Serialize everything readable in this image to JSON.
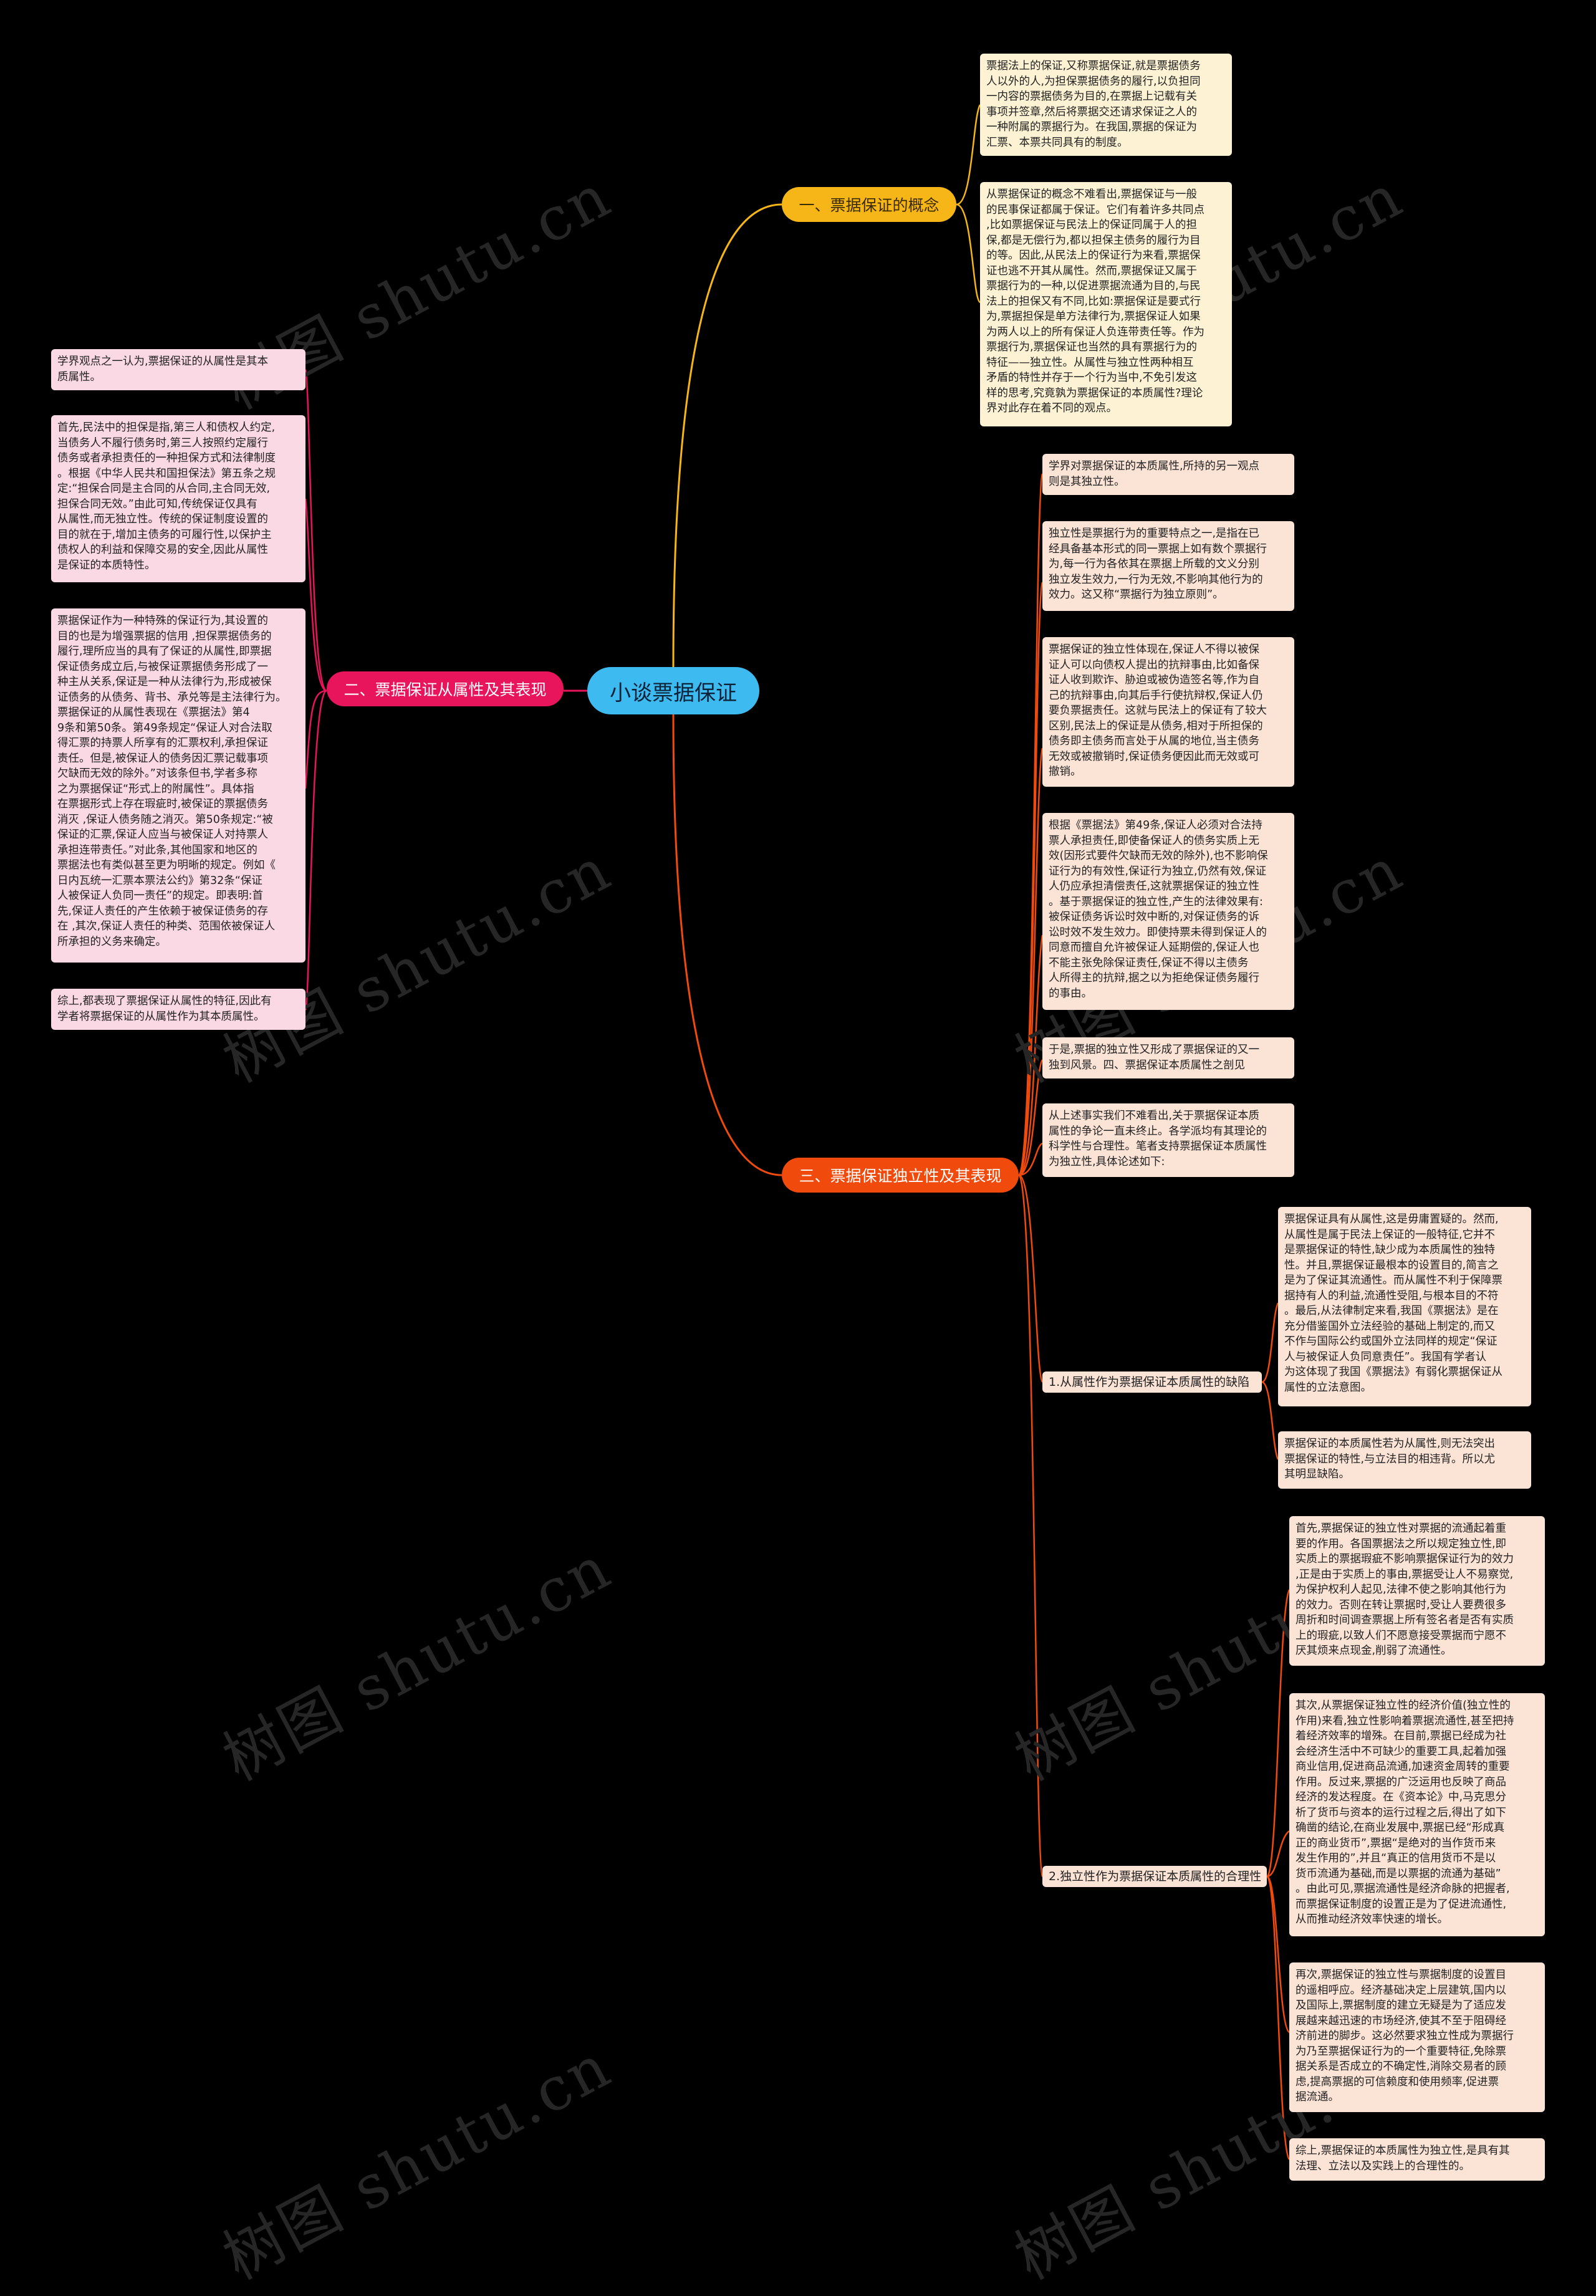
{
  "root": {
    "label": "小谈票据保证"
  },
  "branches": [
    {
      "label": "一、票据保证的概念",
      "color": "#f7b618",
      "notes": [
        "票据法上的保证,又称票据保证,就是票据债务\n人以外的人,为担保票据债务的履行,以负担同\n一内容的票据债务为目的,在票据上记载有关\n事项并签章,然后将票据交还请求保证之人的\n一种附属的票据行为。在我国,票据的保证为\n汇票、本票共同具有的制度。",
        "从票据保证的概念不难看出,票据保证与一般\n的民事保证都属于保证。它们有着许多共同点\n,比如票据保证与民法上的保证同属于人的担\n保,都是无偿行为,都以担保主债务的履行为目\n的等。因此,从民法上的保证行为来看,票据保\n证也逃不开其从属性。然而,票据保证又属于\n票据行为的一种,以促进票据流通为目的,与民\n法上的担保又有不同,比如:票据保证是要式行\n为,票据担保是单方法律行为,票据保证人如果\n为两人以上的所有保证人负连带责任等。作为\n票据行为,票据保证也当然的具有票据行为的\n特征——独立性。从属性与独立性两种相互\n矛盾的特性并存于一个行为当中,不免引发这\n样的思考,究竟孰为票据保证的本质属性?理论\n界对此存在着不同的观点。"
      ]
    },
    {
      "label": "二、票据保证从属性及其表现",
      "color": "#e8155d",
      "notes": [
        "学界观点之一认为,票据保证的从属性是其本\n质属性。",
        "首先,民法中的担保是指,第三人和债权人约定,\n当债务人不履行债务时,第三人按照约定履行\n债务或者承担责任的一种担保方式和法律制度\n。根据《中华人民共和国担保法》第五条之规\n定:“担保合同是主合同的从合同,主合同无效,\n担保合同无效。”由此可知,传统保证仅具有\n从属性,而无独立性。传统的保证制度设置的\n目的就在于,增加主债务的可履行性,以保护主\n债权人的利益和保障交易的安全,因此从属性\n是保证的本质特性。",
        "票据保证作为一种特殊的保证行为,其设置的\n目的也是为增强票据的信用 ,担保票据债务的\n履行,理所应当的具有了保证的从属性,即票据\n保证债务成立后,与被保证票据债务形成了一\n种主从关系,保证是一种从法律行为,形成被保\n证债务的从债务、背书、承兑等是主法律行为。\n票据保证的从属性表现在《票据法》第4\n9条和第50条。第49条规定“保证人对合法取\n得汇票的持票人所享有的汇票权利,承担保证\n责任。但是,被保证人的债务因汇票记载事项\n欠缺而无效的除外。”对该条但书,学者多称\n之为票据保证“形式上的附属性”。具体指\n在票据形式上存在瑕疵时,被保证的票据债务\n消灭 ,保证人债务随之消灭。第50条规定:“被\n保证的汇票,保证人应当与被保证人对持票人\n承担连带责任。”对此条,其他国家和地区的\n票据法也有类似甚至更为明晰的规定。例如《\n日内瓦统一汇票本票法公约》第32条“保证\n人被保证人负同一责任”的规定。即表明:首\n先,保证人责任的产生依赖于被保证债务的存\n在 ,其次,保证人责任的种类、范围依被保证人\n所承担的义务来确定。",
        "综上,都表现了票据保证从属性的特征,因此有\n学者将票据保证的从属性作为其本质属性。"
      ]
    },
    {
      "label": "三、票据保证独立性及其表现",
      "color": "#f04a0c",
      "notes": [
        "学界对票据保证的本质属性,所持的另一观点\n则是其独立性。",
        "独立性是票据行为的重要特点之一,是指在已\n经具备基本形式的同一票据上如有数个票据行\n为,每一行为各依其在票据上所载的文义分别\n独立发生效力,一行为无效,不影响其他行为的\n效力。这又称“票据行为独立原则”。",
        "票据保证的独立性体现在,保证人不得以被保\n证人可以向债权人提出的抗辩事由,比如备保\n证人收到欺诈、胁迫或被伪造签名等,作为自\n己的抗辩事由,向其后手行使抗辩权,保证人仍\n要负票据责任。这就与民法上的保证有了较大\n区别,民法上的保证是从债务,相对于所担保的\n债务即主债务而言处于从属的地位,当主债务\n无效或被撤销时,保证债务便因此而无效或可\n撤销。",
        "根据《票据法》第49条,保证人必须对合法持\n票人承担责任,即使备保证人的债务实质上无\n效(因形式要件欠缺而无效的除外),也不影响保\n证行为的有效性,保证行为独立,仍然有效,保证\n人仍应承担清偿责任,这就票据保证的独立性\n。基于票据保证的独立性,产生的法律效果有:\n被保证债务诉讼时效中断的,对保证债务的诉\n讼时效不发生效力。即使持票未得到保证人的\n同意而擅自允许被保证人延期偿的,保证人也\n不能主张免除保证责任,保证不得以主债务\n人所得主的抗辩,据之以为拒绝保证债务履行\n的事由。",
        "于是,票据的独立性又形成了票据保证的又一\n独到风景。四、票据保证本质属性之剖见",
        "从上述事实我们不难看出,关于票据保证本质\n属性的争论一直未终止。各学派均有其理论的\n科学性与合理性。笔者支持票据保证本质属性\n为独立性,具体论述如下:"
      ],
      "subs": [
        {
          "label": "1.从属性作为票据保证本质属性的缺陷",
          "notes": [
            "票据保证具有从属性,这是毋庸置疑的。然而,\n从属性是属于民法上保证的一般特征,它并不\n是票据保证的特性,缺少成为本质属性的独特\n性。并且,票据保证最根本的设置目的,简言之\n是为了保证其流通性。而从属性不利于保障票\n据持有人的利益,流通性受阻,与根本目的不符\n。最后,从法律制定来看,我国《票据法》是在\n充分借鉴国外立法经验的基础上制定的,而又\n不作与国际公约或国外立法同样的规定“保证\n人与被保证人负同意责任”。我国有学者认\n为这体现了我国《票据法》有弱化票据保证从\n属性的立法意图。",
            "票据保证的本质属性若为从属性,则无法突出\n票据保证的特性,与立法目的相违背。所以尤\n其明显缺陷。"
          ]
        },
        {
          "label": "2.独立性作为票据保证本质属性的合理性",
          "notes": [
            "首先,票据保证的独立性对票据的流通起着重\n要的作用。各国票据法之所以规定独立性,即\n实质上的票据瑕疵不影响票据保证行为的效力\n,正是由于实质上的事由,票据受让人不易察觉,\n为保护权利人起见,法律不使之影响其他行为\n的效力。否则在转让票据时,受让人要费很多\n周折和时间调查票据上所有签名者是否有实质\n上的瑕疵,以致人们不愿意接受票据而宁愿不\n厌其烦来点现金,削弱了流通性。",
            "其次,从票据保证独立性的经济价值(独立性的\n作用)来看,独立性影响着票据流通性,甚至把持\n着经济效率的增殊。在目前,票据已经成为社\n会经济生活中不可缺少的重要工具,起着加强\n商业信用,促进商品流通,加速资金周转的重要\n作用。反过来,票据的广泛运用也反映了商品\n经济的发达程度。在《资本论》中,马克思分\n析了货币与资本的运行过程之后,得出了如下\n确凿的结论,在商业发展中,票据已经“形成真\n正的商业货币”,票据“是绝对的当作货币来\n发生作用的”,并且“真正的信用货币不是以\n货币流通为基础,而是以票据的流通为基础”\n。由此可见,票据流通性是经济命脉的把握者,\n而票据保证制度的设置正是为了促进流通性,\n从而推动经济效率快速的增长。",
            "再次,票据保证的独立性与票据制度的设置目\n的遥相呼应。经济基础决定上层建筑,国内以\n及国际上,票据制度的建立无疑是为了适应发\n展越来越迅速的市场经济,使其不至于阻碍经\n济前进的脚步。这必然要求独立性成为票据行\n为乃至票据保证行为的一个重要特征,免除票\n据关系是否成立的不确定性,消除交易者的顾\n虑,提高票据的可信赖度和使用频率,促进票\n据流通。",
            "综上,票据保证的本质属性为独立性,是具有其\n法理、立法以及实践上的合理性的。"
          ]
        }
      ]
    }
  ],
  "watermark": "树图 shutu.cn"
}
